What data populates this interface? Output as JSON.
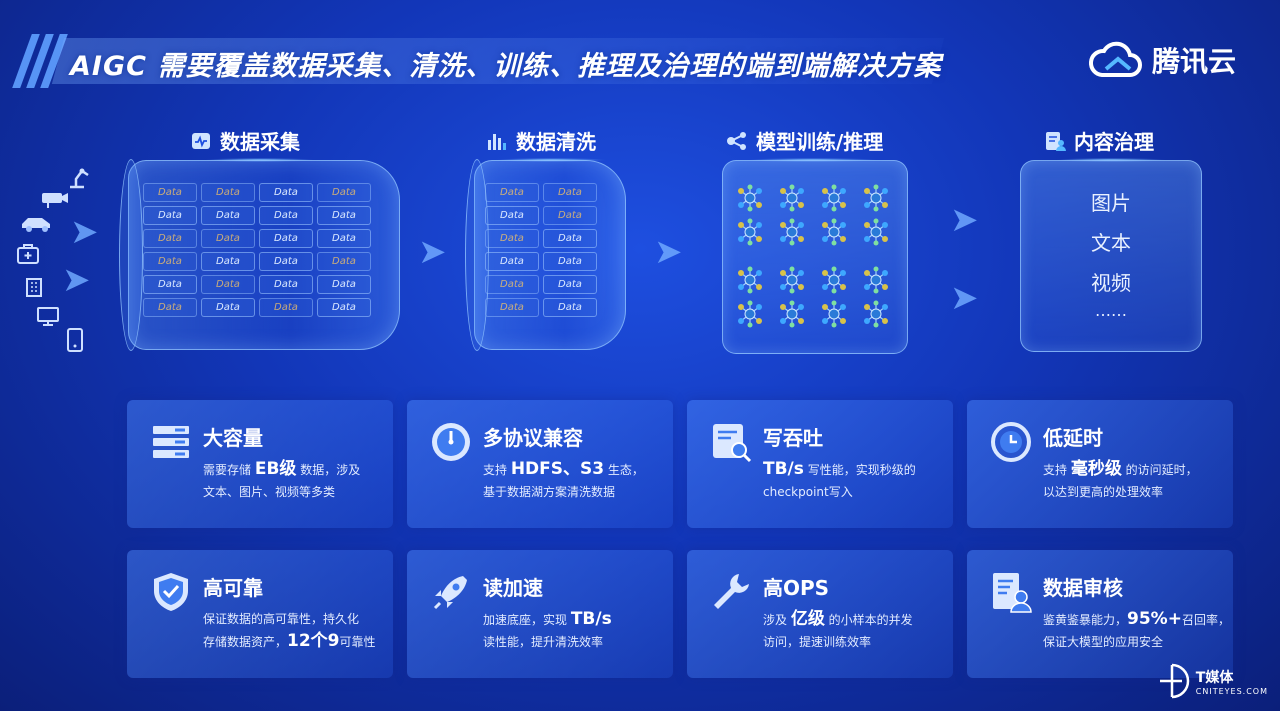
{
  "header": {
    "title": "AIGC 需要覆盖数据采集、清洗、训练、推理及治理的端到端解决方案",
    "logo_text": "腾讯云",
    "logo_icon": "cloud-icon"
  },
  "stages": {
    "collect": {
      "label": "数据采集",
      "icon": "database-icon",
      "cell_label": "Data"
    },
    "clean": {
      "label": "数据清洗",
      "icon": "bar-chart-icon",
      "cell_label": "Data"
    },
    "train": {
      "label": "模型训练/推理",
      "icon": "network-icon"
    },
    "govern": {
      "label": "内容治理",
      "icon": "document-person-icon",
      "items": [
        "图片",
        "文本",
        "视频",
        "……"
      ]
    }
  },
  "sources": {
    "icons": [
      "robot-arm-icon",
      "camera-icon",
      "car-icon",
      "medical-kit-icon",
      "building-icon",
      "monitor-icon",
      "phone-icon"
    ]
  },
  "cards": [
    {
      "title": "大容量",
      "icon": "server-stack-icon",
      "l1_pre": "需要存储 ",
      "l1_hl": "EB级",
      "l1_post": " 数据，涉及",
      "l2": "文本、图片、视频等多类"
    },
    {
      "title": "多协议兼容",
      "icon": "gauge-icon",
      "l1_pre": "支持 ",
      "l1_hl": "HDFS、S3",
      "l1_post": " 生态，",
      "l2": "基于数据湖方案清洗数据"
    },
    {
      "title": "写吞吐",
      "icon": "search-document-icon",
      "l1_pre": "",
      "l1_hl": "TB/s",
      "l1_post": " 写性能，实现秒级的",
      "l2": "checkpoint写入"
    },
    {
      "title": "低延时",
      "icon": "clock-icon",
      "l1_pre": "支持 ",
      "l1_hl": "毫秒级",
      "l1_post": " 的访问延时，",
      "l2": "以达到更高的处理效率"
    },
    {
      "title": "高可靠",
      "icon": "shield-check-icon",
      "l1_pre": "保证数据的高可靠性，持久化",
      "l1_hl": "",
      "l1_post": "",
      "l2_pre": "存储数据资产，",
      "l2_hl": "12个9",
      "l2_post": "可靠性"
    },
    {
      "title": "读加速",
      "icon": "rocket-icon",
      "l1_pre": "加速底座，实现 ",
      "l1_hl": "TB/s",
      "l1_post": "",
      "l2": "读性能，提升清洗效率"
    },
    {
      "title": "高OPS",
      "icon": "wrench-icon",
      "l1_pre": "涉及 ",
      "l1_hl": "亿级",
      "l1_post": " 的小样本的并发",
      "l2": "访问，提速训练效率"
    },
    {
      "title": "数据审核",
      "icon": "document-person-icon",
      "l1_pre": "鉴黄鉴暴能力，",
      "l1_hl": "95%+",
      "l1_post": "召回率，",
      "l2": "保证大模型的应用安全"
    }
  ],
  "watermark": {
    "text": "T媒体",
    "sub": "CNITEYES.COM"
  }
}
